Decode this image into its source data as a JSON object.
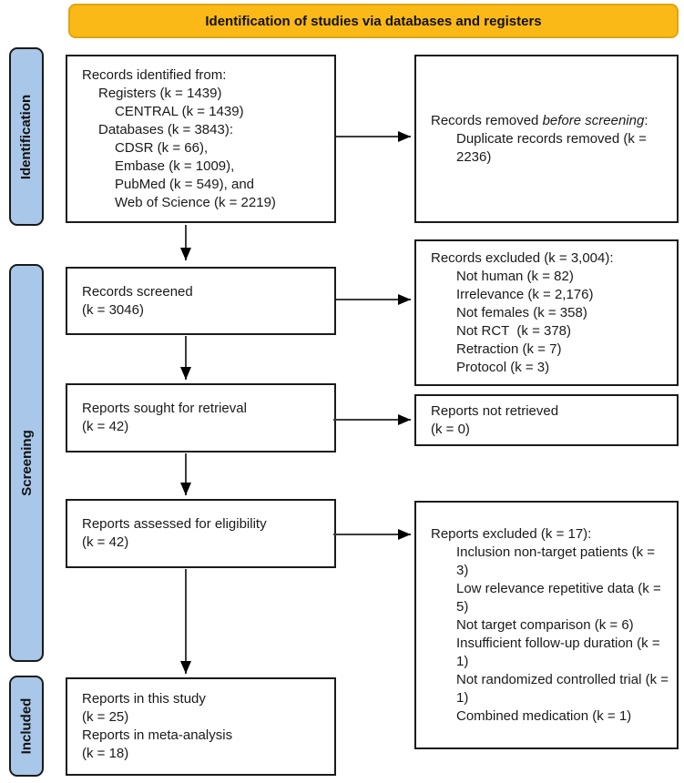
{
  "banner": {
    "title": "Identification of studies via databases and registers"
  },
  "stages": {
    "identification": "Identification",
    "screening": "Screening",
    "included": "Included"
  },
  "boxes": {
    "records_identified": {
      "lines": [
        "Records identified from:",
        "Registers (k = 1439)",
        "CENTRAL (k = 1439)",
        "Databases (k = 3843):",
        "CDSR (k = 66),",
        "Embase (k = 1009),",
        "PubMed (k = 549), and",
        "Web of Science (k = 2219)"
      ]
    },
    "records_removed": {
      "intro_normal": "Records removed ",
      "intro_italic": "before screening",
      "intro_colon": ":",
      "item": "Duplicate records removed (k = 2236)"
    },
    "records_screened": {
      "lines": [
        "Records screened",
        "(k = 3046)"
      ]
    },
    "records_excluded": {
      "title": "Records excluded (k = 3,004):",
      "items": [
        "Not human (k = 82)",
        "Irrelevance (k = 2,176)",
        "Not females (k = 358)",
        "Not RCT  (k = 378)",
        "Retraction (k = 7)",
        "Protocol (k = 3)"
      ]
    },
    "reports_sought": {
      "lines": [
        "Reports sought for retrieval",
        "(k = 42)"
      ]
    },
    "reports_not_retrieved": {
      "lines": [
        "Reports not retrieved",
        "(k = 0)"
      ]
    },
    "reports_assessed": {
      "lines": [
        "Reports assessed for eligibility",
        "(k = 42)"
      ]
    },
    "reports_excluded": {
      "title": "Reports excluded (k = 17):",
      "items": [
        "Inclusion non-target patients (k = 3)",
        "Low relevance repetitive data (k = 5)",
        "Not target comparison (k = 6)",
        "Insufficient follow-up duration (k = 1)",
        "Not randomized controlled trial (k = 1)",
        "Combined medication (k = 1)"
      ]
    },
    "reports_in_study": {
      "lines": [
        "Reports in this study",
        "(k = 25)",
        "Reports in meta-analysis",
        "(k = 18)"
      ]
    }
  },
  "colors": {
    "banner_fill": "#FBB917",
    "banner_border": "#DFA40C",
    "stage_fill": "#A9C7E8",
    "box_border": "#1a1a1a"
  }
}
